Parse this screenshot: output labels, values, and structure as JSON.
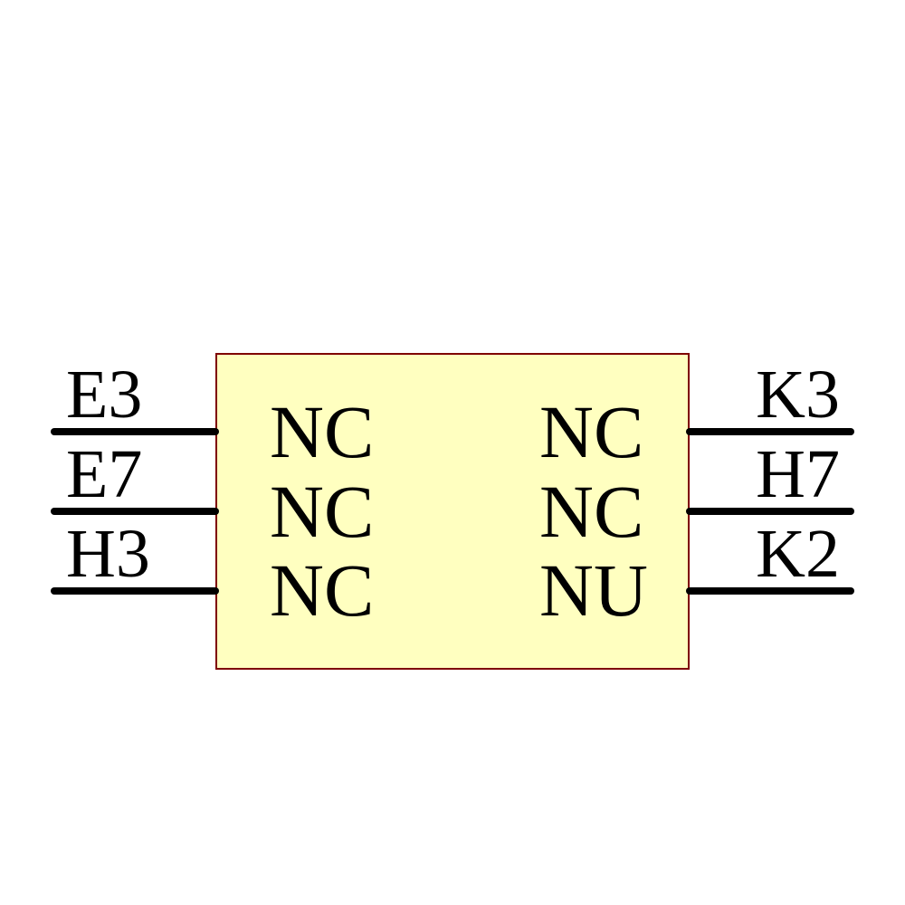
{
  "schematic": {
    "colors": {
      "background": "#FFFFFF",
      "body_fill": "#FFFFC0",
      "body_border": "#7F0000",
      "wire": "#000000",
      "text": "#000000"
    },
    "component": {
      "left_pins": [
        {
          "number": "E3",
          "name": "NC"
        },
        {
          "number": "E7",
          "name": "NC"
        },
        {
          "number": "H3",
          "name": "NC"
        }
      ],
      "right_pins": [
        {
          "number": "K3",
          "name": "NC"
        },
        {
          "number": "H7",
          "name": "NC"
        },
        {
          "number": "K2",
          "name": "NU"
        }
      ]
    }
  }
}
